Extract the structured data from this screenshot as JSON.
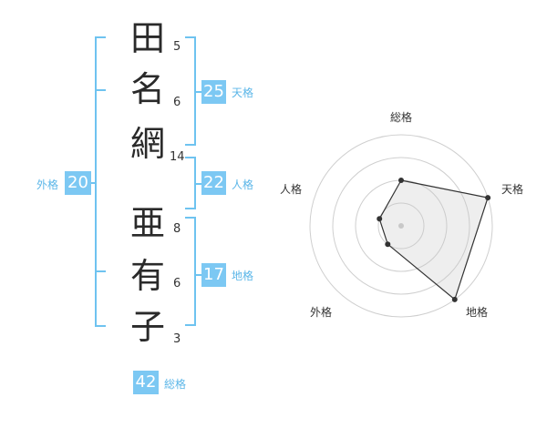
{
  "name_chars": [
    {
      "char": "田",
      "strokes": "5"
    },
    {
      "char": "名",
      "strokes": "6"
    },
    {
      "char": "網",
      "strokes": "14"
    },
    {
      "char": "亜",
      "strokes": "8"
    },
    {
      "char": "有",
      "strokes": "6"
    },
    {
      "char": "子",
      "strokes": "3"
    }
  ],
  "kaku": {
    "tenkaku": {
      "value": "25",
      "label": "天格"
    },
    "jinkaku": {
      "value": "22",
      "label": "人格"
    },
    "chikaku": {
      "value": "17",
      "label": "地格"
    },
    "gaikaku": {
      "value": "20",
      "label": "外格"
    },
    "soukaku": {
      "value": "42",
      "label": "総格"
    }
  },
  "chart_data": {
    "type": "radar",
    "axes": [
      "総格",
      "天格",
      "地格",
      "外格",
      "人格"
    ],
    "values": [
      2,
      4,
      4,
      1,
      1
    ],
    "max": 4,
    "rings": 4
  },
  "colors": {
    "accent": "#7cc8f3",
    "bracket": "#6ec3f0",
    "label": "#5bb6e8"
  }
}
